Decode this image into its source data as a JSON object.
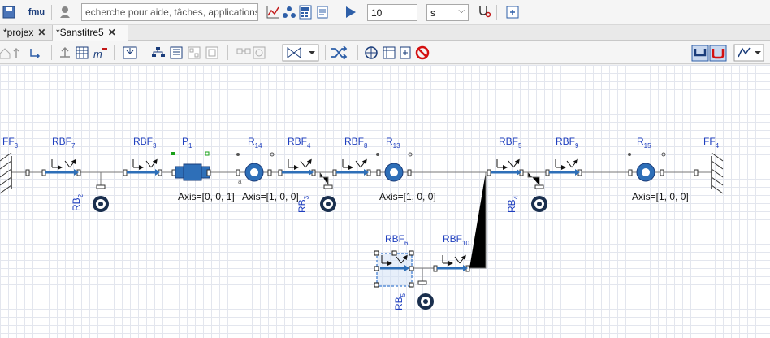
{
  "toolbar": {
    "search_placeholder": "echerche pour aide, tâches, applications...",
    "fmu_label": "fmu",
    "stop_time_value": "10",
    "time_unit": "s"
  },
  "tabs": [
    {
      "label": "*projex",
      "active": false
    },
    {
      "label": "*Sanstitre5",
      "active": true
    }
  ],
  "diagram": {
    "components": [
      {
        "name": "FF",
        "sub": "3"
      },
      {
        "name": "RBF",
        "sub": "7"
      },
      {
        "name": "RBF",
        "sub": "3"
      },
      {
        "name": "P",
        "sub": "1"
      },
      {
        "name": "R",
        "sub": "14"
      },
      {
        "name": "RBF",
        "sub": "4"
      },
      {
        "name": "RBF",
        "sub": "8"
      },
      {
        "name": "R",
        "sub": "13"
      },
      {
        "name": "RBF",
        "sub": "5"
      },
      {
        "name": "RBF",
        "sub": "9"
      },
      {
        "name": "R",
        "sub": "15"
      },
      {
        "name": "FF",
        "sub": "4"
      },
      {
        "name": "RB",
        "sub": "2"
      },
      {
        "name": "RB",
        "sub": "3"
      },
      {
        "name": "RB",
        "sub": "4"
      },
      {
        "name": "RBF",
        "sub": "6"
      },
      {
        "name": "RBF",
        "sub": "10"
      },
      {
        "name": "RB",
        "sub": "5"
      }
    ],
    "axis_labels": [
      "Axis=[0, 0, 1]",
      "Axis=[1, 0, 0]",
      "Axis=[1, 0, 0]",
      "Axis=[1, 0, 0]"
    ],
    "port_letter": "a"
  },
  "colors": {
    "accent_blue": "#1f3fbf",
    "block_blue": "#2e6fb8",
    "stop_red": "#d41010"
  }
}
